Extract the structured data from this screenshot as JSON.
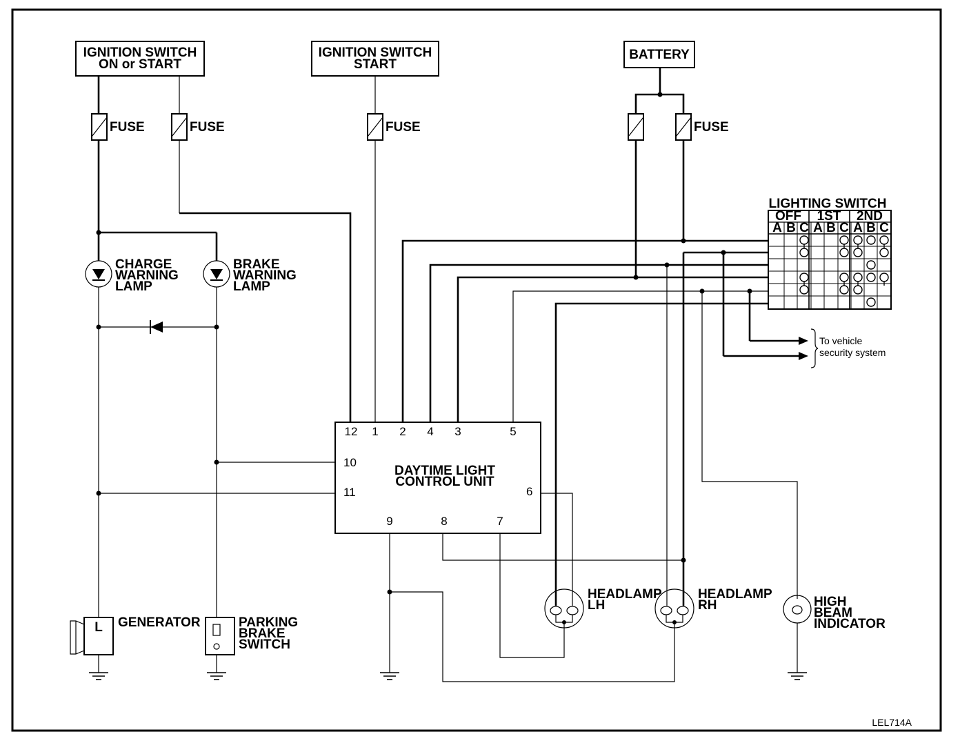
{
  "corner_code": "",
  "figure_code": "LEL714A",
  "sources": {
    "ign_on_start_l1": "IGNITION SWITCH",
    "ign_on_start_l2": "ON or START",
    "ign_start_l1": "IGNITION SWITCH",
    "ign_start_l2": "START",
    "battery": "BATTERY"
  },
  "fuse_label": "FUSE",
  "lamps": {
    "charge_l1": "CHARGE",
    "charge_l2": "WARNING",
    "charge_l3": "LAMP",
    "brake_l1": "BRAKE",
    "brake_l2": "WARNING",
    "brake_l3": "LAMP"
  },
  "control_unit": {
    "l1": "DAYTIME LIGHT",
    "l2": "CONTROL UNIT",
    "pins": {
      "p12": "12",
      "p1": "1",
      "p2": "2",
      "p4": "4",
      "p3": "3",
      "p5": "5",
      "p10": "10",
      "p11": "11",
      "p6": "6",
      "p9": "9",
      "p8": "8",
      "p7": "7"
    }
  },
  "lighting_switch": {
    "title": "LIGHTING SWITCH",
    "positions": [
      "OFF",
      "1ST",
      "2ND"
    ],
    "columns": [
      "A",
      "B",
      "C",
      "A",
      "B",
      "C",
      "A",
      "B",
      "C"
    ]
  },
  "security": {
    "l1": "To vehicle",
    "l2": "security system"
  },
  "components": {
    "generator": "GENERATOR",
    "generator_symbol": "L",
    "parking_l1": "PARKING",
    "parking_l2": "BRAKE",
    "parking_l3": "SWITCH",
    "hl_lh_l1": "HEADLAMP",
    "hl_lh_l2": "LH",
    "hl_rh_l1": "HEADLAMP",
    "hl_rh_l2": "RH",
    "hb_l1": "HIGH",
    "hb_l2": "BEAM",
    "hb_l3": "INDICATOR"
  }
}
